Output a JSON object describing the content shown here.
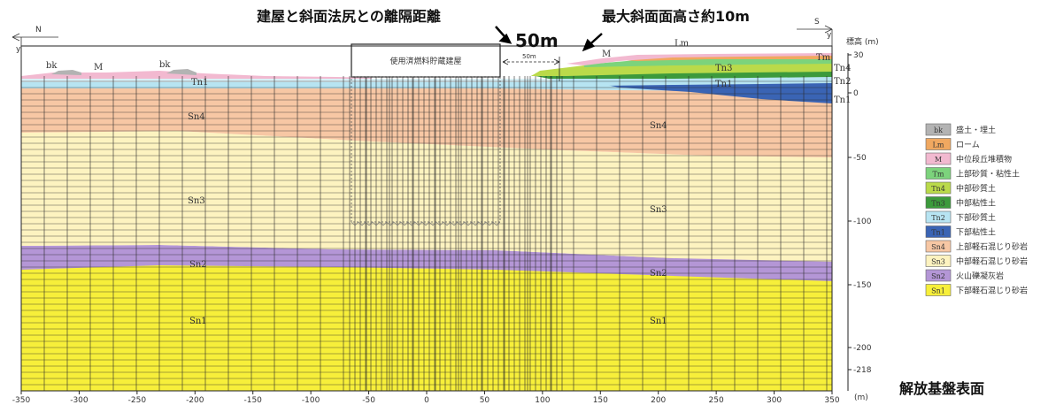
{
  "annotations": {
    "distance_label": "建屋と斜面法尻との離隔距離",
    "distance_value": "50m",
    "slope_height_label": "最大斜面面高さ約10m",
    "basement_surface": "解放基盤表面",
    "building_label": "使用済燃料貯蔵建屋",
    "dim_small": "50m",
    "north": "N",
    "south": "S",
    "y_left": "y",
    "y_right": "y"
  },
  "axes": {
    "x_ticks": [
      "-350",
      "-300",
      "-250",
      "-200",
      "-150",
      "-100",
      "-50",
      "0",
      "50",
      "100",
      "150",
      "200",
      "250",
      "300",
      "350"
    ],
    "x_unit": "(m)",
    "y_ticks": [
      "30",
      "0",
      "-50",
      "-100",
      "-150",
      "-200",
      "-218"
    ],
    "y_unit": "標高 (m)"
  },
  "strata_labels": {
    "bk_left": "bk",
    "m_left": "M",
    "bk_mid": "bk",
    "tn1_left": "Tn1",
    "sn4_left": "Sn4",
    "sn3_left": "Sn3",
    "sn2_left": "Sn2",
    "sn1_left": "Sn1",
    "m_right": "M",
    "lm_right": "Lm",
    "tn3_right": "Tn3",
    "tn4_r": "Tn4",
    "tn2_r": "Tn2",
    "tn1_r": "Tn1",
    "tm_r": "Tm",
    "sn4_right": "Sn4",
    "sn3_right": "Sn3",
    "sn2_right": "Sn2",
    "sn1_right": "Sn1"
  },
  "legend": [
    {
      "code": "bk",
      "label": "盛土・埋土",
      "color": "#b3b3b3"
    },
    {
      "code": "Lm",
      "label": "ローム",
      "color": "#f0a860"
    },
    {
      "code": "M",
      "label": "中位段丘堆積物",
      "color": "#f2b9d0"
    },
    {
      "code": "Tm",
      "label": "上部砂質・粘性土",
      "color": "#7cd37c"
    },
    {
      "code": "Tn4",
      "label": "中部砂質土",
      "color": "#bada4a"
    },
    {
      "code": "Tn3",
      "label": "中部粘性土",
      "color": "#3c9a3c"
    },
    {
      "code": "Tn2",
      "label": "下部砂質土",
      "color": "#b7e4f2"
    },
    {
      "code": "Tn1",
      "label": "下部粘性土",
      "color": "#3a64b4"
    },
    {
      "code": "Sn4",
      "label": "上部軽石混じり砂岩",
      "color": "#f7c7a4"
    },
    {
      "code": "Sn3",
      "label": "中部軽石混じり砂岩",
      "color": "#fdf3c0"
    },
    {
      "code": "Sn2",
      "label": "火山礫凝灰岩",
      "color": "#b496d6"
    },
    {
      "code": "Sn1",
      "label": "下部軽石混じり砂岩",
      "color": "#f7ef3a"
    }
  ]
}
